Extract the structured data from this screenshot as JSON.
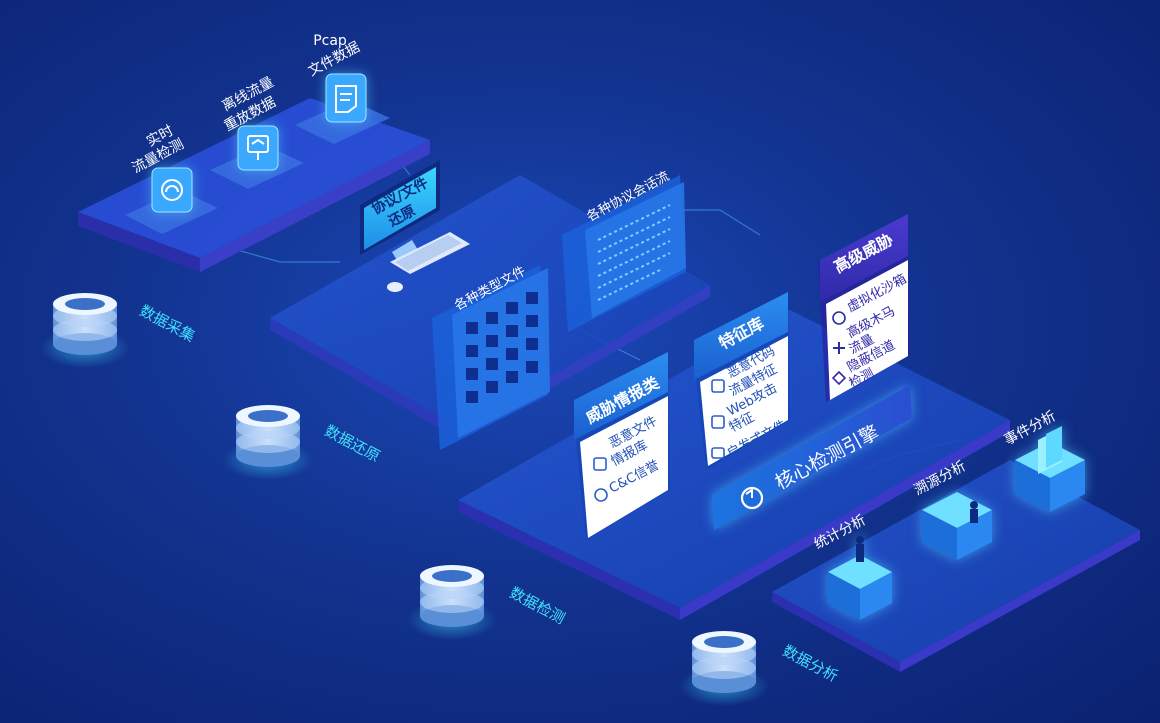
{
  "collection": {
    "realtime_line1": "实时",
    "realtime_line2": "流量检测",
    "offline_line1": "离线流量",
    "offline_line2": "重放数据",
    "pcap_line1": "Pcap",
    "pcap_line2": "文件数据"
  },
  "restoration": {
    "monitor_line1": "协议/文件",
    "monitor_line2": "还原",
    "files_label": "各种类型文件",
    "sessions_label": "各种协议会话流"
  },
  "detection": {
    "threat_intel": {
      "title": "威胁情报类",
      "item1_line1": "恶意文件",
      "item1_line2": "情报库",
      "item2": "C&C信誉"
    },
    "signatures": {
      "title": "特征库",
      "item1_line1": "恶意代码",
      "item1_line2": "流量特征",
      "item2_line1": "Web攻击",
      "item2_line2": "特征",
      "item3": "启发式文件"
    },
    "advanced": {
      "title": "高级威胁",
      "item1": "虚拟化沙箱",
      "item2_line1": "高级木马",
      "item2_line2": "流量",
      "item3_line1": "隐蔽信道",
      "item3_line2": "检测"
    },
    "engine_label": "核心检测引擎"
  },
  "analysis": {
    "stats": "统计分析",
    "trace": "溯源分析",
    "event": "事件分析"
  },
  "stages": {
    "collect": "数据采集",
    "restore": "数据还原",
    "detect": "数据检测",
    "analyze": "数据分析"
  },
  "colors": {
    "accent_cyan": "#3fe0ff",
    "card_blue": "#1e63d8",
    "card_purple": "#3b2fb0",
    "platform": "#1a3fb0"
  }
}
